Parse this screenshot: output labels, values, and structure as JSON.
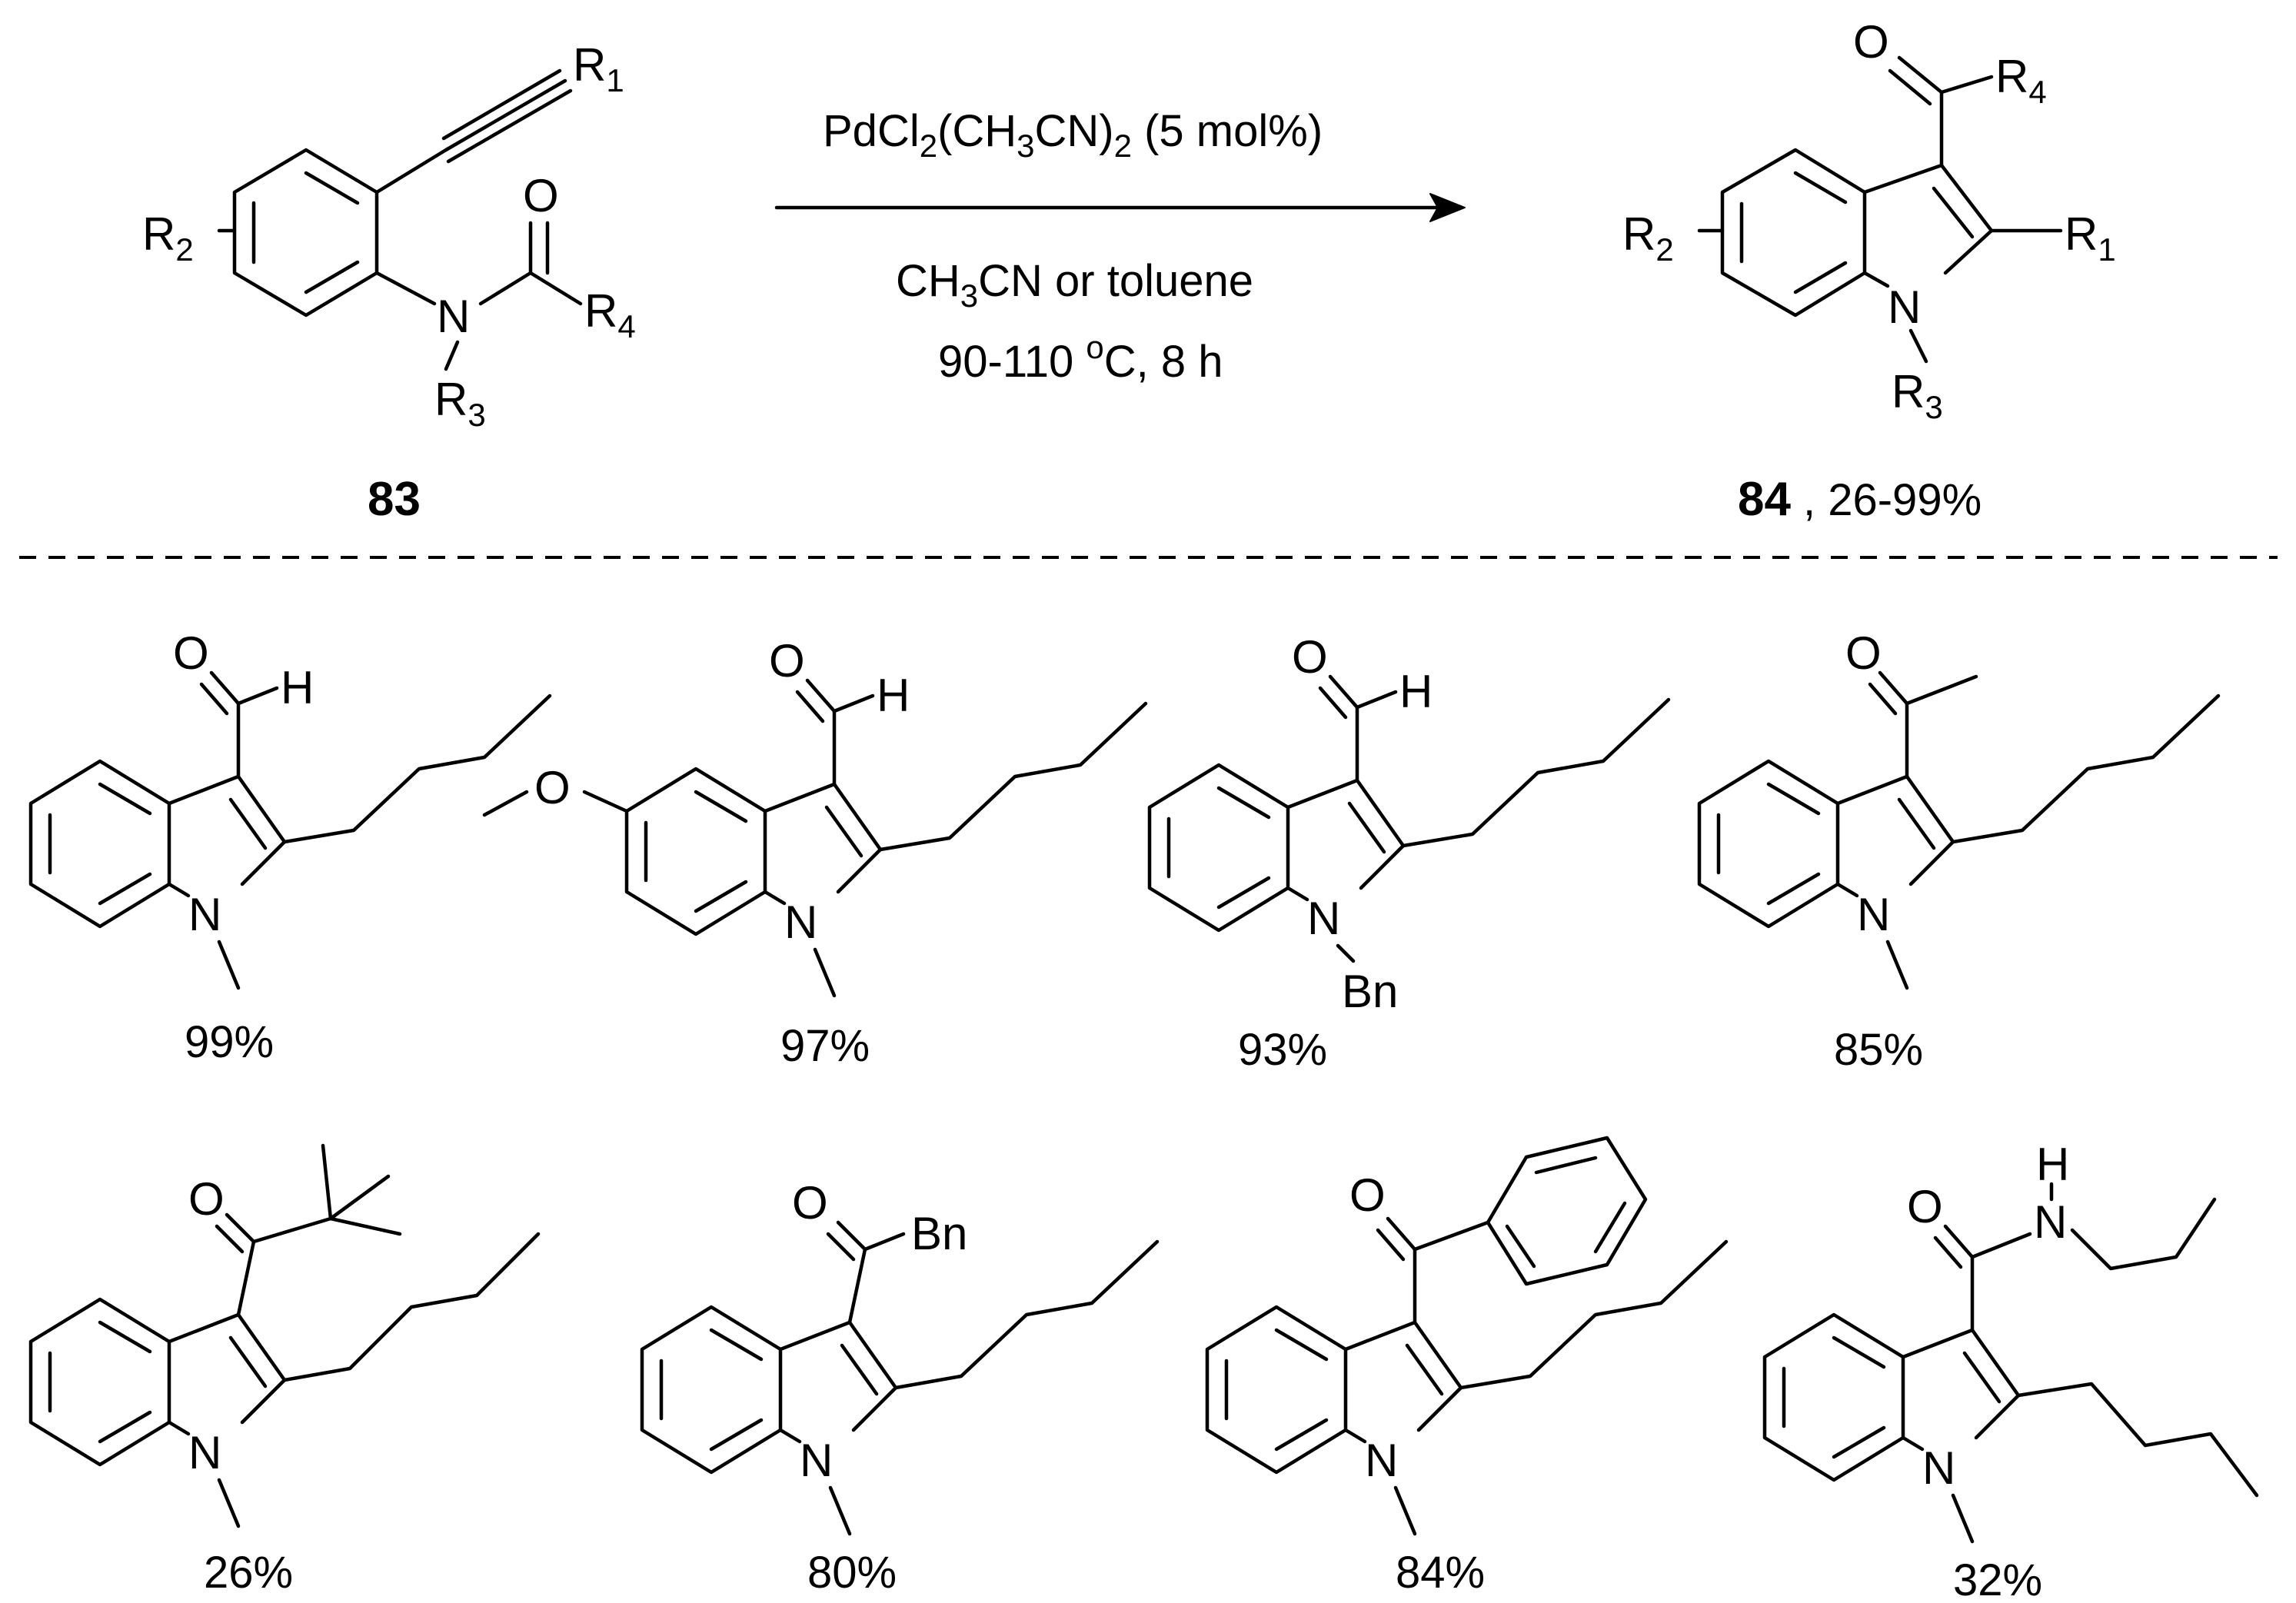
{
  "reaction": {
    "reagent_main": "PdCl",
    "reagent_sub1": "2",
    "reagent_mid": "(CH",
    "reagent_sub2": "3",
    "reagent_mid2": "CN)",
    "reagent_sub3": "2",
    "reagent_tail": " (5 mol%)",
    "solvent_a": "CH",
    "solvent_sub": "3",
    "solvent_b": "CN or toluene",
    "temp_a": "90-110 ",
    "temp_sup": "o",
    "temp_b": "C, 8 h"
  },
  "starting_material": {
    "label": "83",
    "r1": "R",
    "r1_sub": "1",
    "r2": "R",
    "r2_sub": "2",
    "r3": "R",
    "r3_sub": "3",
    "r4": "R",
    "r4_sub": "4",
    "n": "N",
    "o": "O"
  },
  "product": {
    "label": "84",
    "yield_range": ", 26-99%",
    "r1": "R",
    "r1_sub": "1",
    "r2": "R",
    "r2_sub": "2",
    "r3": "R",
    "r3_sub": "3",
    "r4": "R",
    "r4_sub": "4",
    "n": "N",
    "o": "O"
  },
  "examples": [
    {
      "yield": "99%",
      "o": "O",
      "h": "H",
      "n": "N"
    },
    {
      "yield": "97%",
      "o": "O",
      "h": "H",
      "n": "N",
      "o2": "O"
    },
    {
      "yield": "93%",
      "o": "O",
      "h": "H",
      "n": "N",
      "n_sub": "Bn"
    },
    {
      "yield": "85%",
      "o": "O",
      "n": "N"
    },
    {
      "yield": "26%",
      "o": "O",
      "n": "N"
    },
    {
      "yield": "80%",
      "o": "O",
      "n": "N",
      "sub": "Bn"
    },
    {
      "yield": "84%",
      "o": "O",
      "n": "N"
    },
    {
      "yield": "32%",
      "o": "O",
      "n": "N",
      "n2": "N",
      "h": "H"
    }
  ],
  "colors": {
    "ink": "#000000",
    "background": "#ffffff"
  }
}
